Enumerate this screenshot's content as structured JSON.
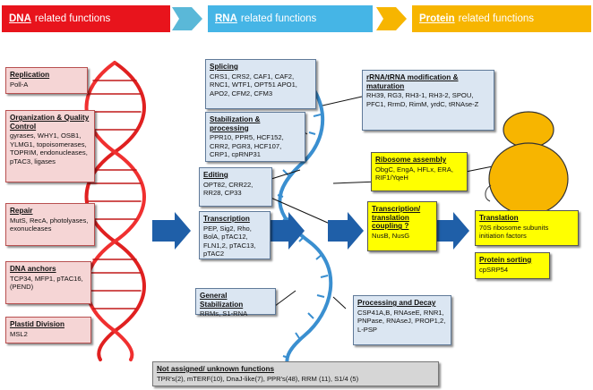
{
  "headers": {
    "dna": {
      "bold": "DNA",
      "rest": "related functions",
      "color": "#e8141c"
    },
    "rna": {
      "bold": "RNA",
      "rest": "related functions",
      "color": "#45b5e6"
    },
    "protein": {
      "bold": "Protein",
      "rest": "related functions",
      "color": "#f7b500"
    }
  },
  "dna_boxes": {
    "replication": {
      "title": "Replication",
      "body": "Poll-A"
    },
    "organization": {
      "title": "Organization & Quality Control",
      "body": "gyrases, WHY1, OSB1, YLMG1, topoisomerases, TOPRIM, endonucleases, pTAC3, ligases"
    },
    "repair": {
      "title": "Repair",
      "body": "MutS, RecA, photolyases, exonucleases"
    },
    "anchors": {
      "title": "DNA anchors",
      "body": "TCP34, MFP1, pTAC16, (PEND)"
    },
    "division": {
      "title": "Plastid Division",
      "body": "MSL2"
    }
  },
  "rna_boxes": {
    "splicing": {
      "title": "Splicing",
      "body": "CRS1, CRS2, CAF1, CAF2, RNC1, WTF1, OPT51 APO1, APO2, CFM2, CFM3"
    },
    "stabilization": {
      "title": "Stabilization & processing",
      "body": "PPR10, PPR5, HCF152, CRR2, PGR3, HCF107, CRP1, cpRNP31"
    },
    "editing": {
      "title": "Editing",
      "body": "OPT82, CRR22, RR28, CP33"
    },
    "transcription": {
      "title": "Transcription",
      "body": "PEP, Sig2, Rho, BolA, pTAC12, FLN1,2, pTAC13, pTAC2"
    },
    "general": {
      "title": "General Stabilization",
      "body": "RRMs, S1-RNA"
    },
    "rrna": {
      "title": "rRNA/tRNA modification & maturation",
      "body": "RH39, RG3, RH3-1, RH3-2, SPOU, PFC1, RrmD, RimM, yrdC, tRNAse-Z"
    },
    "decay": {
      "title": "Processing and Decay",
      "body": "CSP41A,B, RNAseE, RNR1, PNPase, RNAseJ, PROP1,2, L-PSP"
    }
  },
  "protein_boxes": {
    "ribosome": {
      "title": "Ribosome assembly",
      "body": "ObgC, EngA, HFLx, ERA, RIF1/YqeH"
    },
    "coupling": {
      "title": "Transcription/ translation coupling ?",
      "body": "NusB, NusG"
    },
    "translation": {
      "title": "Translation",
      "body": "70S ribosome subunits initiation factors"
    },
    "sorting": {
      "title": "Protein sorting",
      "body": "cpSRP54"
    }
  },
  "unassigned": {
    "title": "Not assigned/ unknown functions",
    "body": "TPR's(2), mTERF(10), DnaJ-like(7), PPR's(48), RRM (11), S1/4 (5)"
  },
  "colors": {
    "dna_helix": "#e02020",
    "rna_strand": "#3a8fd0",
    "ribosome": "#f7b500",
    "arrow": "#1f5fa8"
  }
}
